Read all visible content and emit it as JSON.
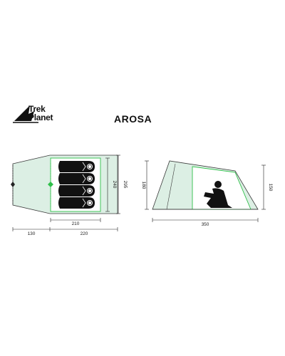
{
  "brand": {
    "line1": "Trek",
    "line2": "Planet"
  },
  "model_title": "AROSA",
  "colors": {
    "inner_tent": "#2fbf4a",
    "shell_fill": "#dcefe4",
    "outline": "#3a3a3a",
    "sleeping_bag": "#111111"
  },
  "icons": [
    "logo-mountain-icon",
    "sleeping-bag-icon",
    "person-sitting-icon",
    "door-zipper-icon"
  ],
  "floor_plan": {
    "width_inner": "210",
    "width_total": "220",
    "vestibule": "130",
    "depth_inner": "240",
    "depth_total": "295",
    "sleeping_places": 4
  },
  "side_view": {
    "length": "350",
    "height_front": "180",
    "height_back": "150"
  }
}
